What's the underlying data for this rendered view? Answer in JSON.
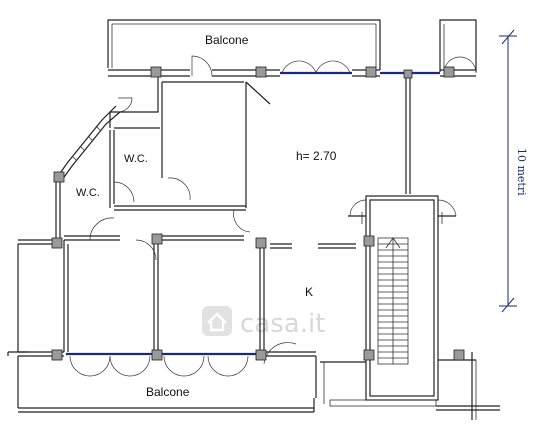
{
  "plan": {
    "rooms": {
      "balcone_top": "Balcone",
      "wc_1": "W.C.",
      "wc_2": "W.C.",
      "height": "h= 2.70",
      "kitchen": "K",
      "balcone_bottom": "Balcone"
    },
    "scale_label": "10 metri",
    "watermark": "casa.it"
  },
  "colors": {
    "walls": "#222222",
    "columns": "#9a9a9a",
    "scale_bar": "#1a2a7a",
    "watermark": "#d8d8d8"
  },
  "icons": {
    "watermark_logo": "house-icon"
  }
}
